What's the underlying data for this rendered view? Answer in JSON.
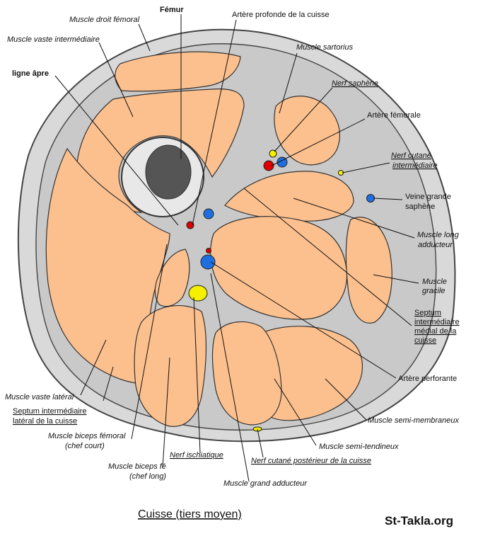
{
  "labels": {
    "femur": "Fémur",
    "ligne_apre": "ligne âpre",
    "muscle_droit_femoral": "Muscle droit fémoral",
    "muscle_vaste_intermediaire": "Muscle vaste intermédiaire",
    "artere_profonde": "Artère profonde de la cuisse",
    "muscle_sartorius": "Muscle sartorius",
    "nerf_saphene": "Nerf saphène",
    "artere_femorale": "Artère fémorale",
    "nerf_cutane_intermediaire_1": "Nerf cutané",
    "nerf_cutane_intermediaire_2": "intermédiaire",
    "veine_grande_saphene_1": "Veine grande",
    "veine_grande_saphene_2": "saphène",
    "muscle_long_adducteur_1": "Muscle long",
    "muscle_long_adducteur_2": "adducteur",
    "muscle_gracile_1": "Muscle",
    "muscle_gracile_2": "gracile",
    "septum_medial_1": "Septum",
    "septum_medial_2": "intermédiaire",
    "septum_medial_3": "médial de la",
    "septum_medial_4": "cuisse",
    "artere_perforante": "Artère perforante",
    "muscle_semi_membraneux": "Muscle semi-membraneux",
    "muscle_semi_tendineux": "Muscle semi-tendineux",
    "nerf_cutane_posterieur": "Nerf cutané postérieur de la cuisse",
    "muscle_grand_adducteur": "Muscle grand adducteur",
    "nerf_ischiatique": "Nerf ischiatique",
    "muscle_biceps_long_1": "Muscle biceps fé",
    "muscle_biceps_long_2": "(chef  long)",
    "muscle_biceps_court_1": "Muscle biceps fémoral",
    "muscle_biceps_court_2": "(chef court)",
    "septum_lateral_1": "Septum intermédiaire",
    "septum_lateral_2": "latéral de la cuisse",
    "muscle_vaste_lateral": "Muscle vaste latéral"
  },
  "caption": "Cuisse (tiers moyen)",
  "brand": "St-Takla.org",
  "colors": {
    "muscle": "#fcc08e",
    "fascia": "#c9c9c9",
    "bone_marrow": "#555555",
    "artery": "#e00000",
    "vein": "#1f6fe0",
    "nerve": "#f5ef00"
  }
}
